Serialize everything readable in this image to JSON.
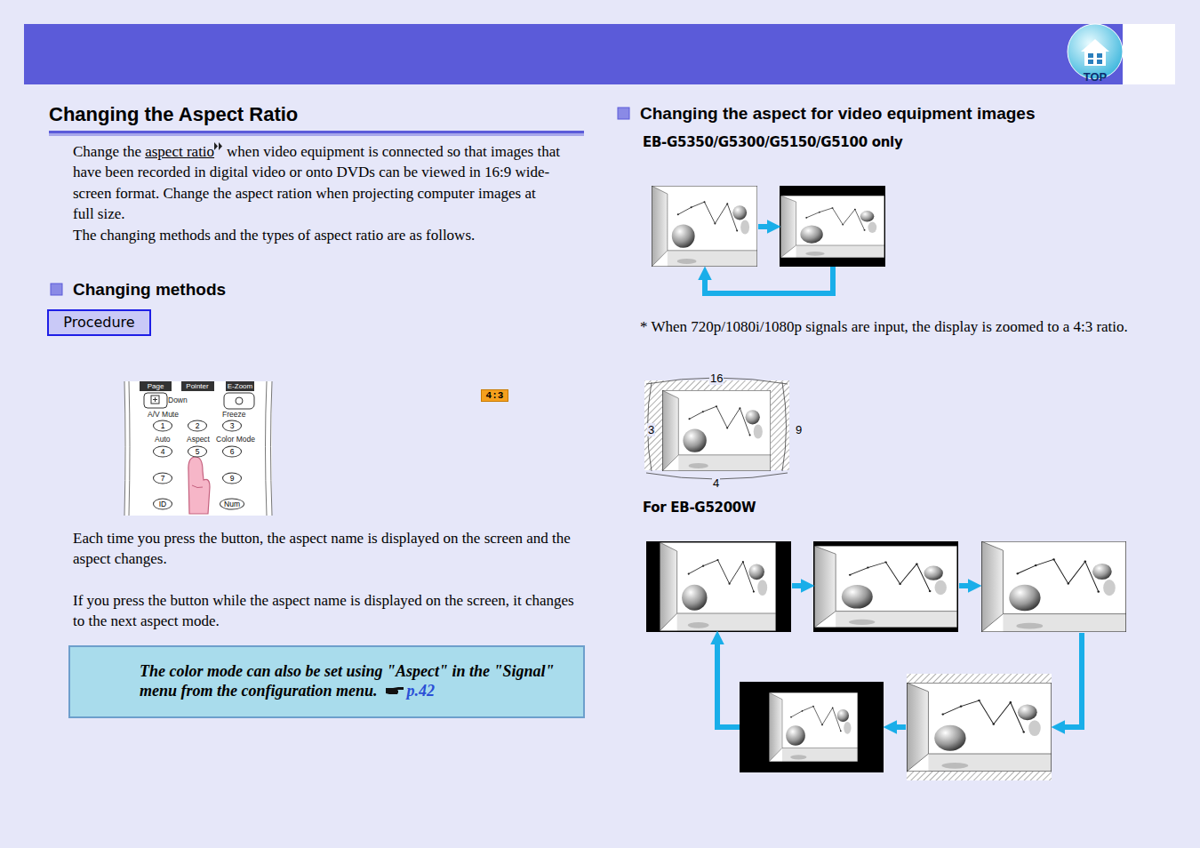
{
  "diagram": {
    "title": "Changing the Aspect Ratio",
    "nodes": [
      {
        "text": [
          "Procedure"
        ]
      },
      {
        "text": [
          "1"
        ]
      },
      {
        "text": [
          "2"
        ]
      },
      {
        "text": [
          "3"
        ]
      },
      {
        "text": [
          "4"
        ]
      },
      {
        "text": [
          "5"
        ]
      },
      {
        "text": [
          "6"
        ]
      },
      {
        "text": [
          "7"
        ]
      },
      {
        "text": [
          "9"
        ]
      },
      {
        "text": [
          "ID"
        ]
      },
      {
        "text": [
          "Num"
        ]
      },
      {
        "text": [
          "4:3"
        ]
      },
      {
        "text": [
          "The color mode can also be set using \"Aspect\" in the \"Signal\" menu from the configuration menu.",
          "p.42"
        ]
      }
    ],
    "labels": [
      "TOP",
      "Change the",
      "aspect ratio",
      "when video equipment is connected so that images that have been recorded in digital video or onto DVDs can be viewed in 16:9 wide-screen format. Change the aspect ration when projecting computer images at full size.",
      "The changing methods and the types of aspect ratio are as follows.",
      "Changing methods",
      "Page",
      "Pointer",
      "E-Zoom",
      "Down",
      "A/V Mute",
      "Freeze",
      "Auto",
      "Aspect",
      "Color Mode",
      "Each time you press the button, the aspect name is displayed on the screen and the aspect changes.",
      "If you press the button while the aspect name is displayed on the screen, it changes to the next aspect mode.",
      "Changing the aspect for video equipment images",
      "EB-G5350/G5300/G5150/G5100 only",
      "* When 720p/1080i/1080p signals are input, the display is zoomed to a 4:3 ratio.",
      "16",
      "3",
      "9",
      "4",
      "For EB-G5200W"
    ]
  }
}
